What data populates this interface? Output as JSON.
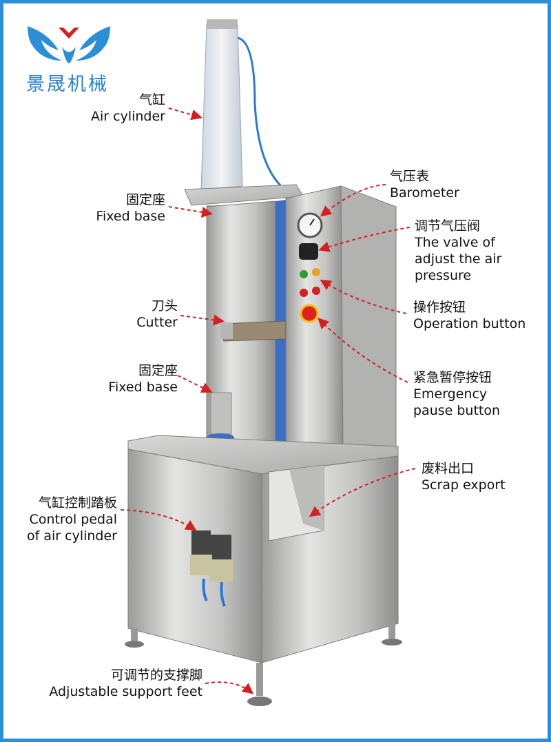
{
  "brand": {
    "name": "景晟机械",
    "primary": "#2b8fd8",
    "accent": "#d42020"
  },
  "callouts": [
    {
      "id": "air-cylinder",
      "zh": "气缸",
      "en": "Air cylinder"
    },
    {
      "id": "fixed-base-top",
      "zh": "固定座",
      "en": "Fixed base"
    },
    {
      "id": "barometer",
      "zh": "气压表",
      "en": "Barometer"
    },
    {
      "id": "pressure-valve",
      "zh": "调节气压阀",
      "en_lines": [
        "The valve of",
        "adjust the air",
        "pressure"
      ]
    },
    {
      "id": "operation-button",
      "zh": "操作按钮",
      "en": "Operation button"
    },
    {
      "id": "cutter",
      "zh": "刀头",
      "en": "Cutter"
    },
    {
      "id": "emergency-button",
      "zh": "紧急暂停按钮",
      "en_lines": [
        "Emergency",
        "pause button"
      ]
    },
    {
      "id": "fixed-base-lower",
      "zh": "固定座",
      "en": "Fixed base"
    },
    {
      "id": "scrap-export",
      "zh": "废料出口",
      "en": "Scrap export"
    },
    {
      "id": "control-pedal",
      "zh": "气缸控制踏板",
      "en_lines": [
        "Control pedal",
        "of air cylinder"
      ]
    },
    {
      "id": "support-feet",
      "zh": "可调节的支撑脚",
      "en": "Adjustable support feet"
    }
  ],
  "arrow_color": "#d42020"
}
